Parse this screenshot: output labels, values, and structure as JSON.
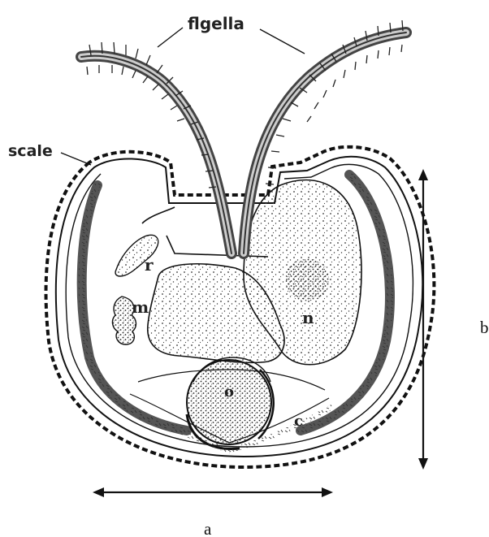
{
  "labels": {
    "flagella": "flgella",
    "scale": "scale",
    "r": "r",
    "m": "m",
    "n": "n",
    "o": "o",
    "c": "c"
  },
  "dimensions": {
    "a": "a",
    "b": "b"
  }
}
